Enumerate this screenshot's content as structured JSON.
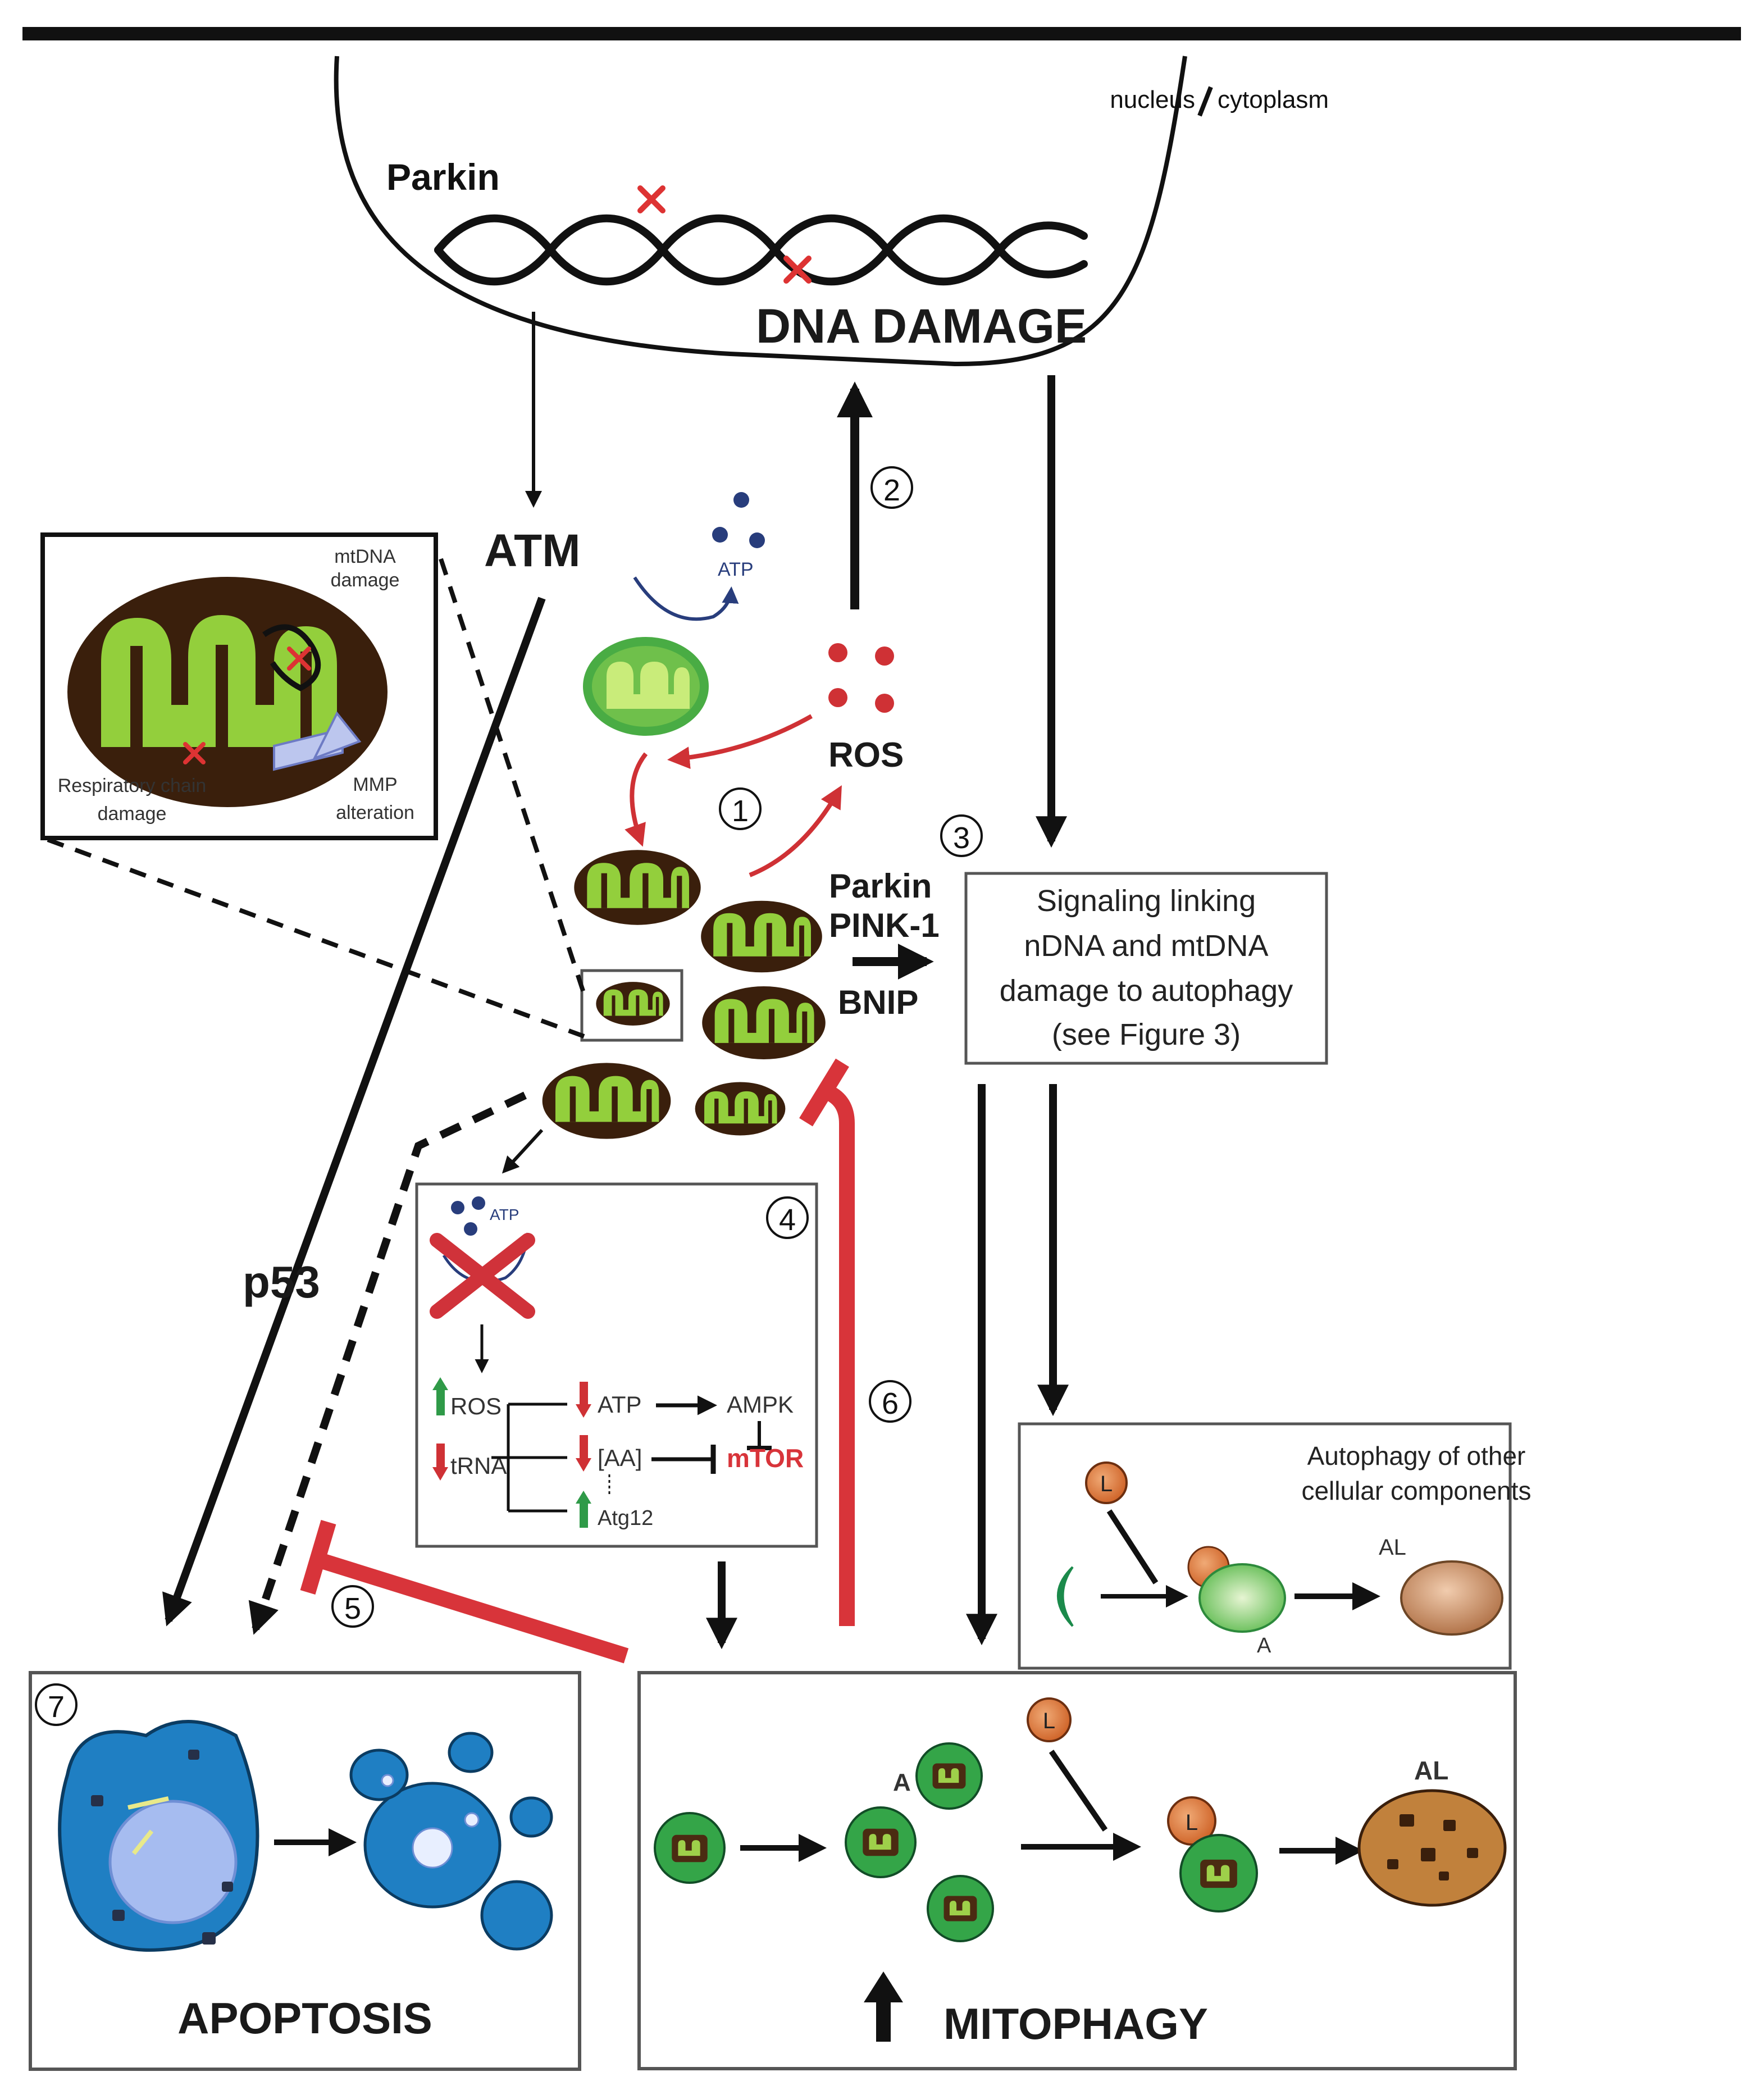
{
  "colors": {
    "mito_outer": "#3a1f0c",
    "mito_inner": "#93cf3c",
    "ros_red": "#cf3135",
    "inhibit_red": "#d8343a",
    "green_up": "#2f9a48",
    "atp_blue": "#283d7c",
    "apoptosis_blue": "#1f7fc3",
    "autophagosome_green": "#34a548",
    "lysosome_orange": "#dc6f2c",
    "autolysosome_brown": "#c1813c"
  },
  "nucleus": {
    "compartment_nucleus": "nucleus",
    "compartment_cytoplasm": "cytoplasm",
    "parkin": "Parkin",
    "dna_damage": "DNA DAMAGE"
  },
  "pathway": {
    "atm": "ATM",
    "p53": "p53",
    "atp": "ATP",
    "ros": "ROS",
    "parkin": "Parkin",
    "pink1": "PINK-1",
    "bnip": "BNIP"
  },
  "inset": {
    "mtdna_damage": [
      "mtDNA",
      "damage"
    ],
    "respiratory": [
      "Respiratory chain",
      "damage"
    ],
    "mmp": [
      "MMP",
      "alteration"
    ]
  },
  "steps": [
    "1",
    "2",
    "3",
    "4",
    "5",
    "6",
    "7"
  ],
  "signaling_box": {
    "lines": [
      "Signaling linking",
      "nDNA and mtDNA",
      "damage to autophagy",
      "(see Figure 3)"
    ]
  },
  "box4": {
    "atp": "ATP",
    "ros": "ROS",
    "trna": "tRNA",
    "atp2": "ATP",
    "ampk": "AMPK",
    "aa": "[AA]",
    "mtor": "mTOR",
    "atg12": "Atg12"
  },
  "autophagy_other": {
    "title": [
      "Autophagy of other",
      "cellular components"
    ],
    "lysosome": "L",
    "autophagosome": "A",
    "autolysosome": "AL"
  },
  "apoptosis": {
    "label": "APOPTOSIS"
  },
  "mitophagy": {
    "label": "MITOPHAGY",
    "autophagosome": "A",
    "lysosome1": "L",
    "lysosome2": "L",
    "autolysosome": "AL"
  }
}
